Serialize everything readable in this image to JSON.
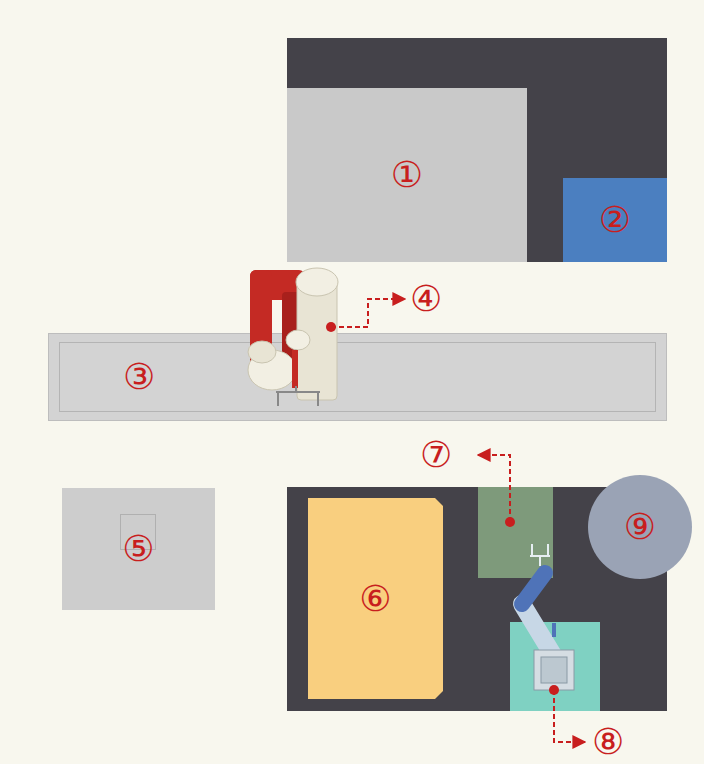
{
  "diagram": {
    "nodes": [
      {
        "text": [
          "①"
        ]
      },
      {
        "text": [
          "②"
        ]
      },
      {
        "text": [
          "③"
        ]
      },
      {
        "text": [
          "⑤"
        ]
      },
      {
        "text": [
          "⑥"
        ]
      },
      {
        "text": [
          "⑨"
        ]
      }
    ],
    "labels": [
      "④",
      "⑦",
      "⑧"
    ]
  }
}
